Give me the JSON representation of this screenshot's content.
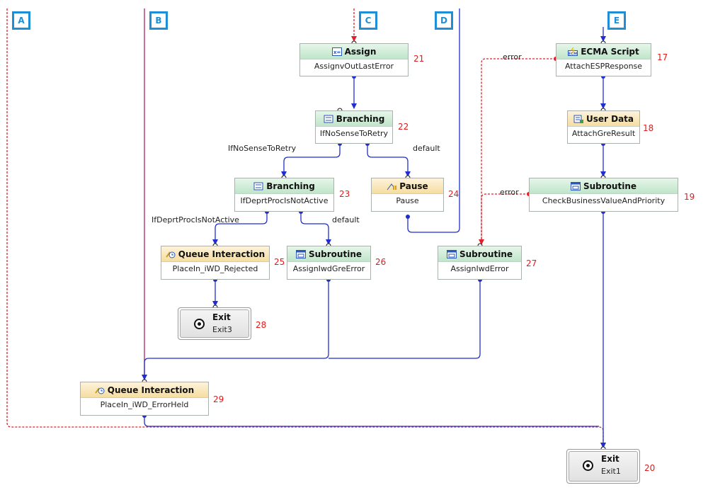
{
  "connectors": [
    "A",
    "B",
    "C",
    "D",
    "E"
  ],
  "nodes": {
    "assign": {
      "title": "Assign",
      "sub": "AssignvOutLastError",
      "num": "21",
      "icon": "assign-icon"
    },
    "branching1": {
      "title": "Branching",
      "sub": "IfNoSenseToRetry",
      "num": "22",
      "icon": "branching-icon"
    },
    "branching2": {
      "title": "Branching",
      "sub": "IfDeprtProcIsNotActive",
      "num": "23",
      "icon": "branching-icon"
    },
    "pause": {
      "title": "Pause",
      "sub": "Pause",
      "num": "24",
      "icon": "pause-icon"
    },
    "queue1": {
      "title": "Queue Interaction",
      "sub": "PlaceIn_iWD_Rejected",
      "num": "25",
      "icon": "queue-interaction-icon"
    },
    "sub26": {
      "title": "Subroutine",
      "sub": "AssignIwdGreError",
      "num": "26",
      "icon": "subroutine-icon"
    },
    "sub27": {
      "title": "Subroutine",
      "sub": "AssignIwdError",
      "num": "27",
      "icon": "subroutine-icon"
    },
    "ecma": {
      "title": "ECMA Script",
      "sub": "AttachESPResponse",
      "num": "17",
      "icon": "ecma-script-icon"
    },
    "userdata": {
      "title": "User Data",
      "sub": "AttachGreResult",
      "num": "18",
      "icon": "user-data-icon"
    },
    "sub19": {
      "title": "Subroutine",
      "sub": "CheckBusinessValueAndPriority",
      "num": "19",
      "icon": "subroutine-icon"
    },
    "queue2": {
      "title": "Queue Interaction",
      "sub": "PlaceIn_iWD_ErrorHeld",
      "num": "29",
      "icon": "queue-interaction-icon"
    },
    "exit3": {
      "title": "Exit",
      "sub": "Exit3",
      "num": "28"
    },
    "exit1": {
      "title": "Exit",
      "sub": "Exit1",
      "num": "20"
    }
  },
  "labels": {
    "ifnosense": "IfNoSenseToRetry",
    "default1": "default",
    "ifdeprt": "IfDeprtProcIsNotActive",
    "default2": "default",
    "error1": "error",
    "error2": "error"
  },
  "colors": {
    "flow": "#1f2fcf",
    "error": "#e0202a",
    "connector_b": "#b0206e",
    "connector": "#1e8fd6",
    "header_green": "#c8ead2",
    "header_orange": "#f9e3ad",
    "step_number": "#e31a1c"
  }
}
